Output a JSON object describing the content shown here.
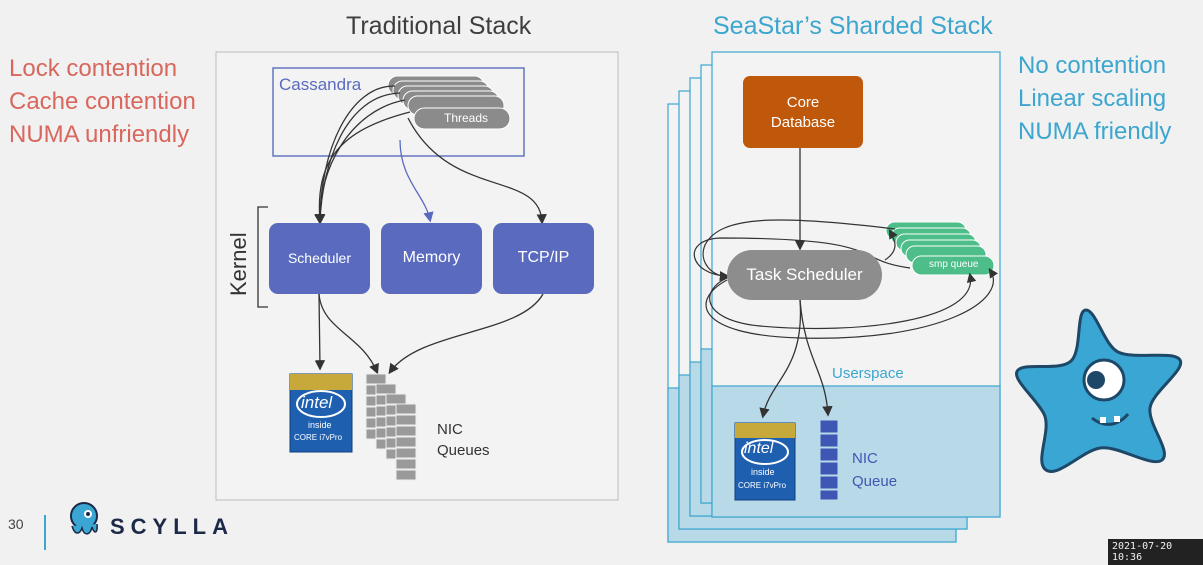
{
  "slide": {
    "number": "30",
    "timestamp": "2021-07-20 10:36"
  },
  "brand": {
    "name": "SCYLLA",
    "logo_icon": "scylla-octopus-icon",
    "colors": {
      "navy": "#1c2a48",
      "teal": "#3ca6cf"
    }
  },
  "traditional": {
    "title": "Traditional Stack",
    "issues": [
      "Lock contention",
      "Cache contention",
      "NUMA unfriendly"
    ],
    "app_label": "Cassandra",
    "threads_label": "Threads",
    "kernel_label": "Kernel",
    "boxes": {
      "scheduler": "Scheduler",
      "memory": "Memory",
      "tcpip": "TCP/IP"
    },
    "nic_queues": [
      "NIC",
      "Queues"
    ],
    "cpu_badge": {
      "brand": "intel",
      "inside": "inside",
      "model": "CORE i7vPro"
    },
    "colors": {
      "box": "#5a6bbf",
      "issues": "#d8675d"
    }
  },
  "seastar": {
    "title": "SeaStar’s Sharded Stack",
    "benefits": [
      "No contention",
      "Linear scaling",
      "NUMA friendly"
    ],
    "core_database": [
      "Core",
      "Database"
    ],
    "task_scheduler": "Task Scheduler",
    "smp_queue": "smp queue",
    "userspace": "Userspace",
    "nic_queue": [
      "NIC",
      "Queue"
    ],
    "cpu_badge": {
      "brand": "intel",
      "inside": "inside",
      "model": "CORE i7vPro"
    },
    "colors": {
      "core": "#c0580b",
      "scheduler": "#8d8d8d",
      "smp": "#4dbd89",
      "userspace": "#b8d9e8"
    }
  },
  "mascot": {
    "icon": "scylla-star-mascot-icon",
    "color": "#3aa6d3"
  }
}
